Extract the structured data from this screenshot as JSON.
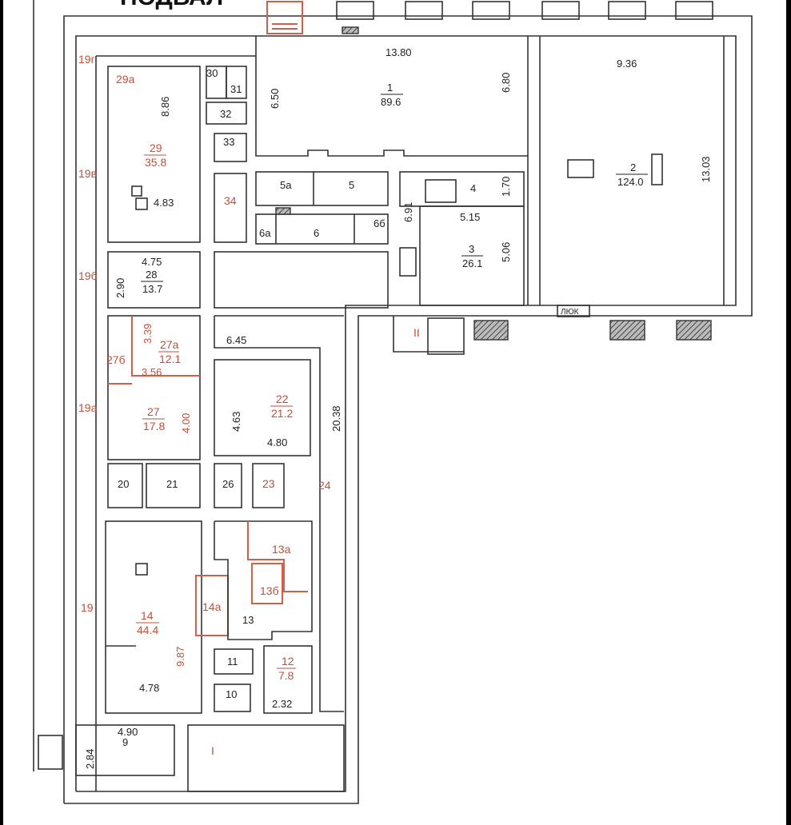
{
  "title": "ПОДВАЛ",
  "rooms": {
    "r1": {
      "num": "1",
      "area": "89.6"
    },
    "r2": {
      "num": "2",
      "area": "124.0"
    },
    "r3": {
      "num": "3",
      "area": "26.1"
    },
    "r4": {
      "num": "4"
    },
    "r5": {
      "num": "5"
    },
    "r5a": {
      "num": "5а"
    },
    "r6": {
      "num": "6"
    },
    "r6a": {
      "num": "6а"
    },
    "r6b": {
      "num": "6б"
    },
    "r9": {
      "num": "9"
    },
    "r10": {
      "num": "10"
    },
    "r11": {
      "num": "11"
    },
    "r12": {
      "num": "12",
      "area": "7.8"
    },
    "r13": {
      "num": "13"
    },
    "r13a": {
      "num": "13а"
    },
    "r13b": {
      "num": "13б"
    },
    "r14": {
      "num": "14",
      "area": "44.4"
    },
    "r14a": {
      "num": "14а"
    },
    "r19": {
      "num": "19"
    },
    "r19a": {
      "num": "19а"
    },
    "r19b": {
      "num": "19б"
    },
    "r19v": {
      "num": "19в"
    },
    "r19g": {
      "num": "19г"
    },
    "r20": {
      "num": "20"
    },
    "r21": {
      "num": "21"
    },
    "r22": {
      "num": "22",
      "area": "21.2"
    },
    "r23": {
      "num": "23"
    },
    "r24": {
      "num": "24"
    },
    "r26": {
      "num": "26"
    },
    "r27": {
      "num": "27",
      "area": "17.8"
    },
    "r27a": {
      "num": "27а",
      "area": "12.1"
    },
    "r27b": {
      "num": "27б"
    },
    "r28": {
      "num": "28",
      "area": "13.7"
    },
    "r29": {
      "num": "29",
      "area": "35.8"
    },
    "r29a": {
      "num": "29а"
    },
    "r30": {
      "num": "30"
    },
    "r31": {
      "num": "31"
    },
    "r32": {
      "num": "32"
    },
    "r33": {
      "num": "33"
    },
    "r34": {
      "num": "34"
    },
    "stairI": {
      "num": "I"
    },
    "stairII": {
      "num": "II"
    }
  },
  "dimensions": {
    "d1_w": "13.80",
    "d1_h": "6.50",
    "d1_h2": "6.80",
    "d2_w": "9.36",
    "d2_h": "13.03",
    "d3_w": "5.15",
    "d3_h": "5.06",
    "d4_h": "1.70",
    "d4_l": "6.91",
    "d29_h": "8.86",
    "d29_w": "4.83",
    "d28_w": "4.75",
    "d28_h": "2.90",
    "d27a_h": "3.39",
    "d27a_w": "3.56",
    "d27_h": "4.00",
    "dcorr_w": "6.45",
    "dcorr_h": "20.38",
    "d22_h": "4.63",
    "d22_w": "4.80",
    "d14_h": "9.87",
    "d14_w": "4.78",
    "d12_w": "2.32",
    "d9_w": "4.90",
    "d9_h": "2.84"
  },
  "hatch_label": "ЛЮК",
  "colors": {
    "wall": "#333333",
    "annotation": "#c0503a"
  }
}
